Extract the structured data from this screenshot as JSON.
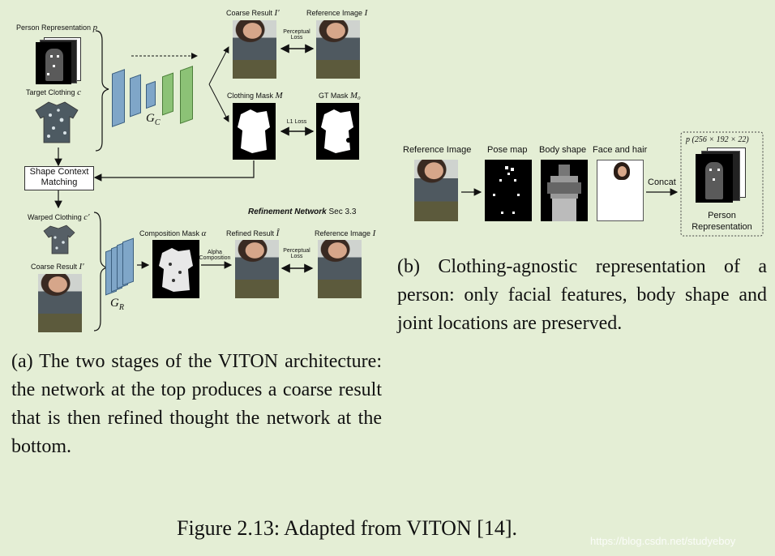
{
  "panel_a": {
    "person_representation": "Person Representation",
    "person_representation_sym": "p",
    "target_clothing": "Target Clothing",
    "target_clothing_sym": "c",
    "coarse_result": "Coarse Result",
    "coarse_result_sym": "I′",
    "reference_image": "Reference Image",
    "reference_image_sym": "I",
    "perceptual_loss_1": "Perceptual",
    "perceptual_loss_2": "Loss",
    "clothing_mask": "Clothing Mask",
    "clothing_mask_sym": "M",
    "gt_mask": "GT Mask",
    "gt_mask_sym": "M₀",
    "l1_loss": "L1 Loss",
    "gc": "G",
    "gc_sub": "C",
    "shape_context_1": "Shape Context",
    "shape_context_2": "Matching",
    "refinement_network": "Refinement Network",
    "sec": "Sec 3.3",
    "warped_clothing": "Warped Clothing",
    "warped_clothing_sym": "c′",
    "coarse_result_2": "Coarse Result",
    "coarse_result_2_sym": "I′",
    "composition_mask": "Composition Mask",
    "composition_mask_sym": "α",
    "alpha_comp_1": "Alpha",
    "alpha_comp_2": "Composition",
    "refined_result": "Refined Result",
    "refined_result_sym": "Î",
    "perceptual_loss_b1": "Perceptual",
    "perceptual_loss_b2": "Loss",
    "reference_image_2": "Reference Image",
    "reference_image_2_sym": "I",
    "gr": "G",
    "gr_sub": "R"
  },
  "panel_b": {
    "reference_image": "Reference Image",
    "pose_map": "Pose map",
    "body_shape": "Body shape",
    "face_hair": "Face and hair",
    "concat": "Concat",
    "dims": "p (256 × 192 × 22)",
    "person_rep_1": "Person",
    "person_rep_2": "Representation"
  },
  "captions": {
    "a": "(a) The two stages of the VITON architecture: the network at the top produces a coarse result that is then refined thought the network at the bottom.",
    "b": "(b) Clothing-agnostic representation of a person: only facial features, body shape and joint locations are preserved.",
    "figure": "Figure 2.13: Adapted from VITON [14].",
    "watermark": "https://blog.csdn.net/studyeboy"
  },
  "colors": {
    "background": "#e4eed5",
    "encoder_blue": "#7fa6c8",
    "decoder_green": "#8cc276"
  }
}
